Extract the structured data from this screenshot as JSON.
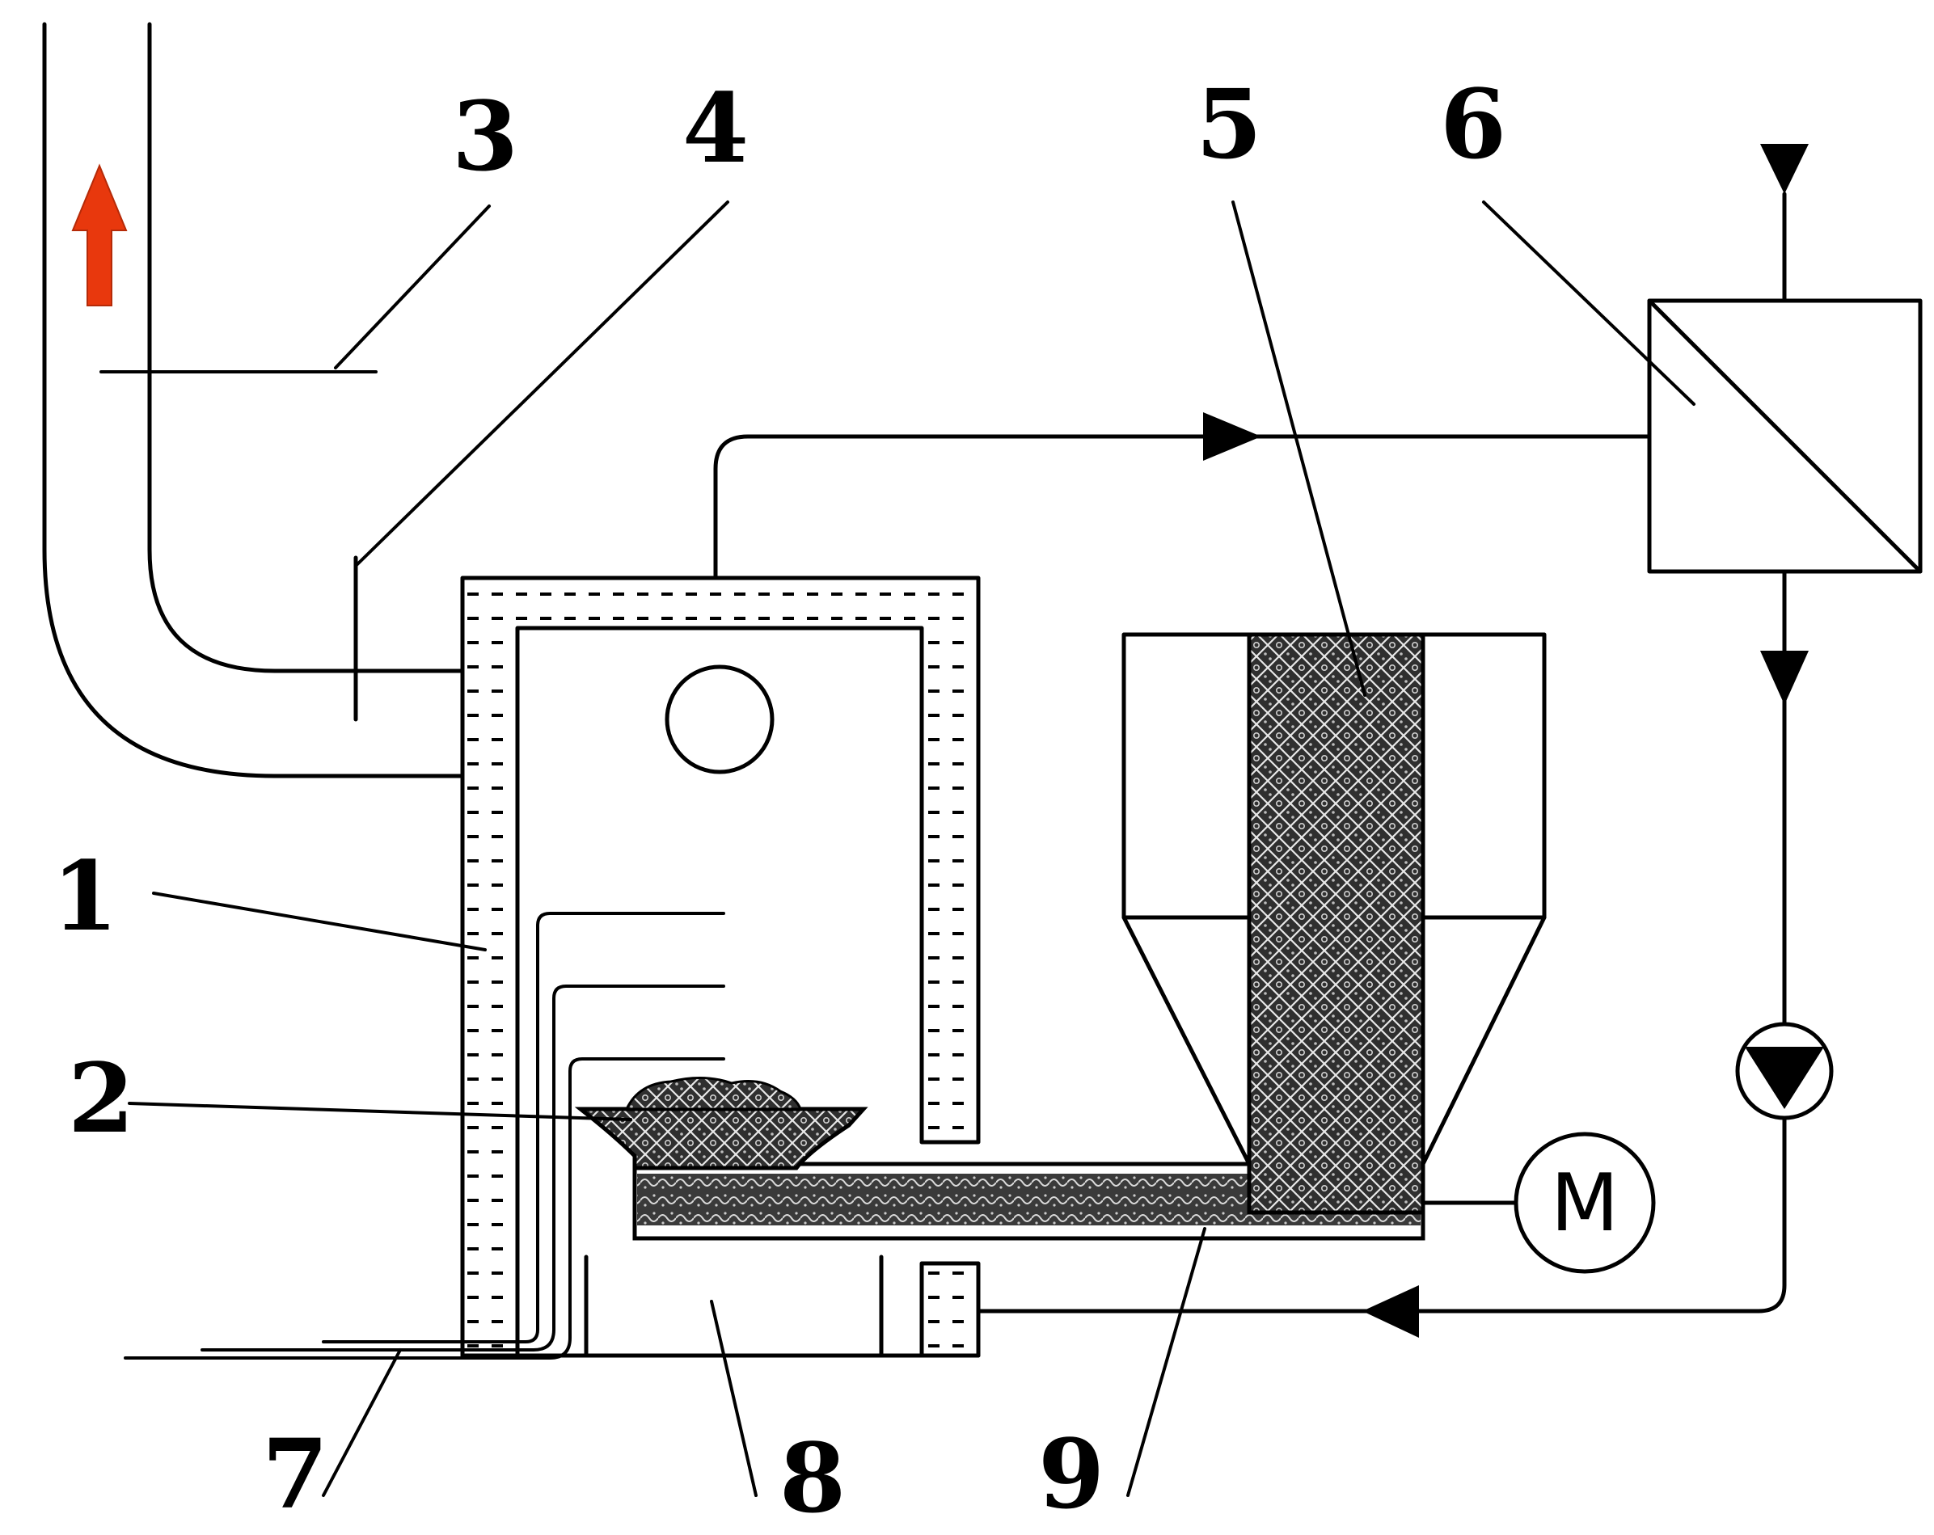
{
  "callouts": [
    {
      "id": "1",
      "label": "1"
    },
    {
      "id": "2",
      "label": "2"
    },
    {
      "id": "3",
      "label": "3"
    },
    {
      "id": "4",
      "label": "4"
    },
    {
      "id": "5",
      "label": "5"
    },
    {
      "id": "6",
      "label": "6"
    },
    {
      "id": "7",
      "label": "7"
    },
    {
      "id": "8",
      "label": "8"
    },
    {
      "id": "9",
      "label": "9"
    }
  ],
  "motor": {
    "label": "M"
  },
  "colors": {
    "line": "#000000",
    "flow_arrow": "#e8380d",
    "insulation_dash": "#000000",
    "pellet_fill": "#3a3a3a"
  },
  "icons": [
    "up-arrow-icon",
    "pump-icon",
    "motor-icon",
    "flow-arrow-icon"
  ]
}
